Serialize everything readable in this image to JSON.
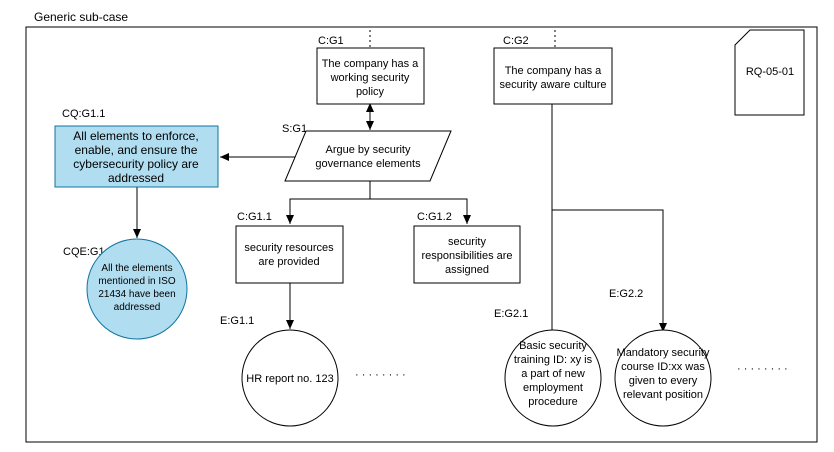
{
  "frame": {
    "title": "Generic sub-case"
  },
  "req_tag": "RQ-05-01",
  "nodes": {
    "cg1": {
      "label": "C:G1",
      "lines": [
        "The company has a",
        "working security",
        "policy"
      ]
    },
    "cg2": {
      "label": "C:G2",
      "lines": [
        "The company has a",
        "security aware culture"
      ]
    },
    "sg1": {
      "label": "S:G1",
      "lines": [
        "Argue by security",
        "governance elements"
      ]
    },
    "cqg11": {
      "label": "CQ:G1.1",
      "lines": [
        "All elements to enforce,",
        "enable, and ensure the",
        "cybersecurity policy are",
        "addressed"
      ]
    },
    "cqeg11": {
      "label": "CQE:G1.1",
      "lines": [
        "All the elements",
        "mentioned in ISO",
        "21434 have been",
        "addressed"
      ]
    },
    "cg11": {
      "label": "C:G1.1",
      "lines": [
        "security resources",
        "are provided"
      ]
    },
    "cg12": {
      "label": "C:G1.2",
      "lines": [
        "security",
        "responsibilities are",
        "assigned"
      ]
    },
    "eg11": {
      "label": "E:G1.1",
      "lines": [
        "HR report no. 123"
      ]
    },
    "eg21": {
      "label": "E:G2.1",
      "lines": [
        "Basic security",
        "training ID: xy is",
        "a part of new",
        "employment",
        "procedure"
      ]
    },
    "eg22": {
      "label": "E:G2.2",
      "lines": [
        "Mandatory security",
        "course ID:xx was",
        "given to every",
        "relevant position"
      ]
    }
  },
  "ellipsis": "· · · · · · · ·",
  "colors": {
    "highlight_fill": "#b1ddf0",
    "highlight_stroke": "#10739e"
  }
}
